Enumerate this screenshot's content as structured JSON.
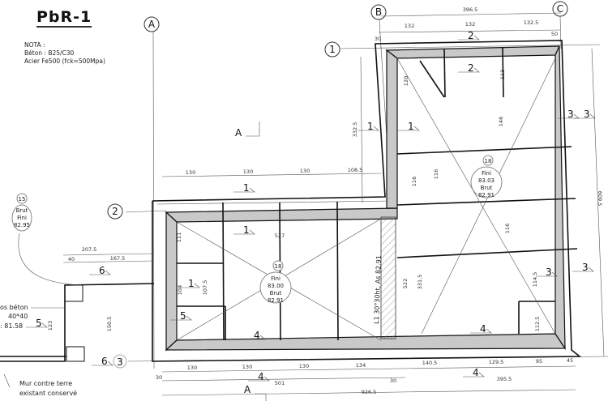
{
  "title": "PbR-1",
  "nota": [
    "NOTA :",
    "Béton  : B25/C30",
    "Acier Fe500 (fck=500Mpa)"
  ],
  "axes": {
    "A": "A",
    "B": "B",
    "C": "C",
    "one": "1",
    "two": "2",
    "three": "3"
  },
  "dimensions": [
    "396.5",
    "132",
    "132",
    "132.5",
    "50",
    "30",
    "130",
    "130",
    "130",
    "108.5",
    "527",
    "120",
    "113",
    "111",
    "104",
    "107.5",
    "116",
    "116",
    "116",
    "146",
    "332.5",
    "522",
    "331.5",
    "114.5",
    "112.5",
    "609.5",
    "130",
    "130",
    "130",
    "134",
    "140.5",
    "129.5",
    "95",
    "45",
    "30",
    "30",
    "501",
    "395.5",
    "926.5",
    "207.5",
    "40",
    "167.5",
    "150.5",
    "123"
  ],
  "slabs": [
    "2",
    "2",
    "1",
    "1",
    "1",
    "1",
    "1",
    "3",
    "3",
    "3",
    "3",
    "4",
    "4",
    "4",
    "4",
    "5",
    "5",
    "6",
    "6"
  ],
  "sections": [
    "A",
    "A"
  ],
  "levels": [
    {
      "num": "15",
      "l1": "Brut",
      "l2": "Fini",
      "l3": "82.95"
    },
    {
      "num": "18",
      "l1": "Fini",
      "l2": "83.00",
      "l3": "Brut",
      "l4": "82.91"
    },
    {
      "num": "18",
      "l1": "Fini",
      "l2": "83.03",
      "l3": "Brut",
      "l4": "82.91"
    }
  ],
  "notes": {
    "stair": "L1 30°30ht, As 82.91",
    "poteau1": "os béton",
    "poteau2": "40*40",
    "poteau3": ": 81.58",
    "mur1": "Mur contre terre",
    "mur2": "existant conservé"
  }
}
